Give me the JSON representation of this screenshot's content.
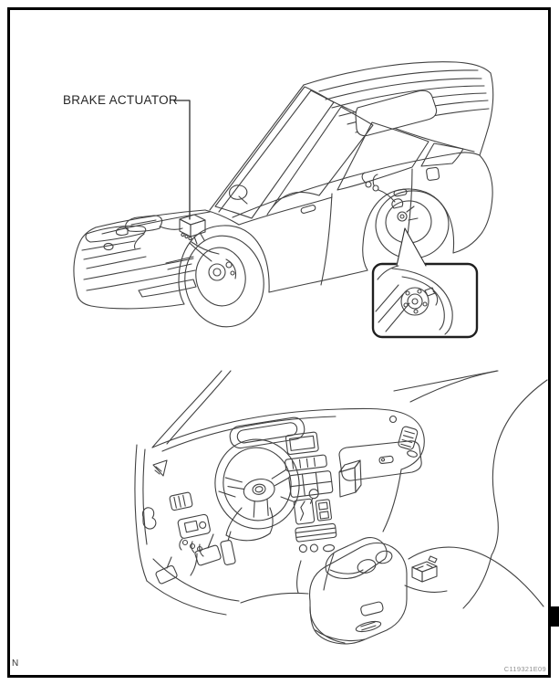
{
  "page": {
    "bottom_left_mark": "N",
    "figure_code": "C119321E09"
  },
  "callout": {
    "brake_actuator_label": "BRAKE ACTUATOR"
  },
  "colors": {
    "background": "#ffffff",
    "frame_border": "#000000",
    "line_art": "#424242",
    "detail_box_border": "#1f1f1f",
    "label_text": "#262626",
    "figure_code_text": "#8f8f8f"
  }
}
